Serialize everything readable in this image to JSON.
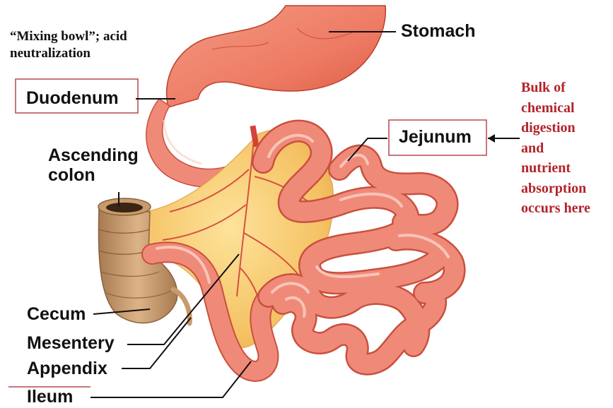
{
  "note_top": "“Mixing bowl”; acid\nneutralization",
  "labels": {
    "stomach": "Stomach",
    "duodenum": "Duodenum",
    "jejunum": "Jejunum",
    "ascending_colon": "Ascending\ncolon",
    "cecum": "Cecum",
    "mesentery": "Mesentery",
    "appendix": "Appendix",
    "ileum": "Ileum"
  },
  "note_right": "Bulk of\nchemical\ndigestion\nand\nnutrient\nabsorption\noccurs here",
  "colors": {
    "intestine_fill": "#f08a78",
    "intestine_shadow": "#c9503f",
    "intestine_highlight": "#fbd3c8",
    "stomach_fill": "#ee7a63",
    "mesentery_fill": "#f7c66a",
    "vessel": "#d4423a",
    "colon_fill": "#c99a6a",
    "colon_shadow": "#8a6240",
    "annotation_red": "#b3232a",
    "box_border": "#b8474d"
  }
}
